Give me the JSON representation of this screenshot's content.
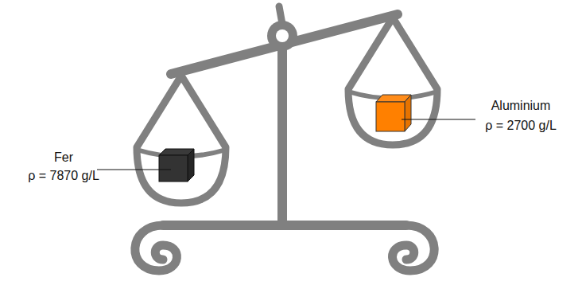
{
  "diagram": {
    "labels": [
      "Fer",
      "ρ = 7870 g/L",
      "Aluminium",
      "ρ = 2700 g/L"
    ]
  }
}
